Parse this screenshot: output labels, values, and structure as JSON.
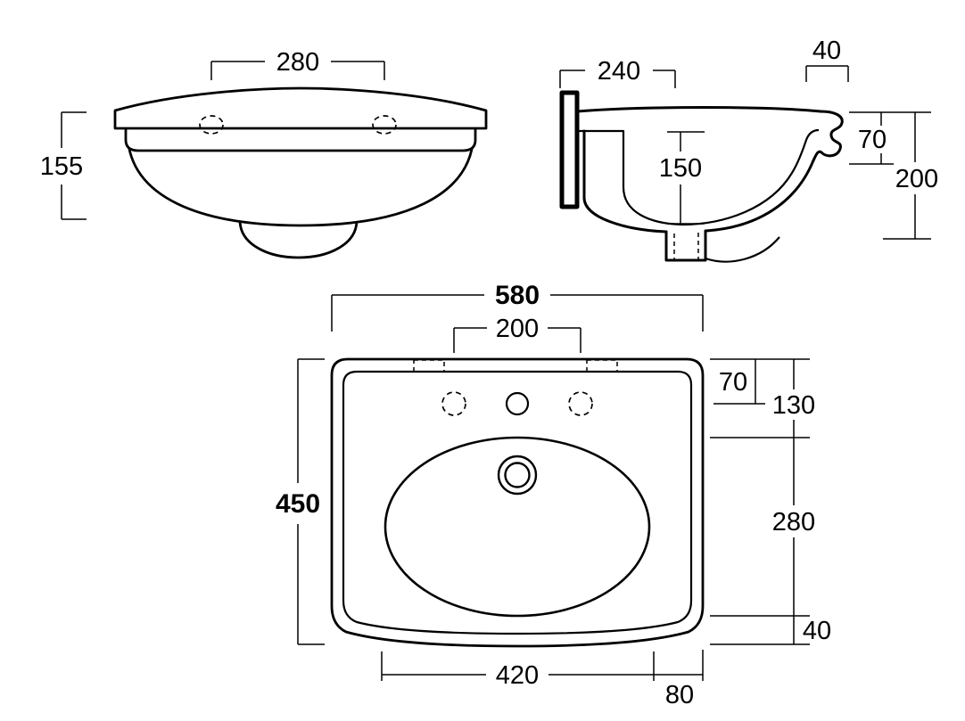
{
  "front_view": {
    "dim_tap_span": "280",
    "dim_height": "155"
  },
  "side_view": {
    "dim_wall_to_overflow": "240",
    "dim_front_lip": "40",
    "dim_bowl_depth": "150",
    "dim_front_edge_height": "70",
    "dim_overall_height": "200"
  },
  "plan_view": {
    "dim_overall_width": "580",
    "dim_tap_hole_spacing": "200",
    "dim_overall_depth": "450",
    "dim_back_to_tap_axis": "70",
    "dim_back_to_bowl": "130",
    "dim_bowl_length": "280",
    "dim_bowl_to_front": "40",
    "dim_base_width": "420",
    "dim_base_side_offset": "80"
  }
}
